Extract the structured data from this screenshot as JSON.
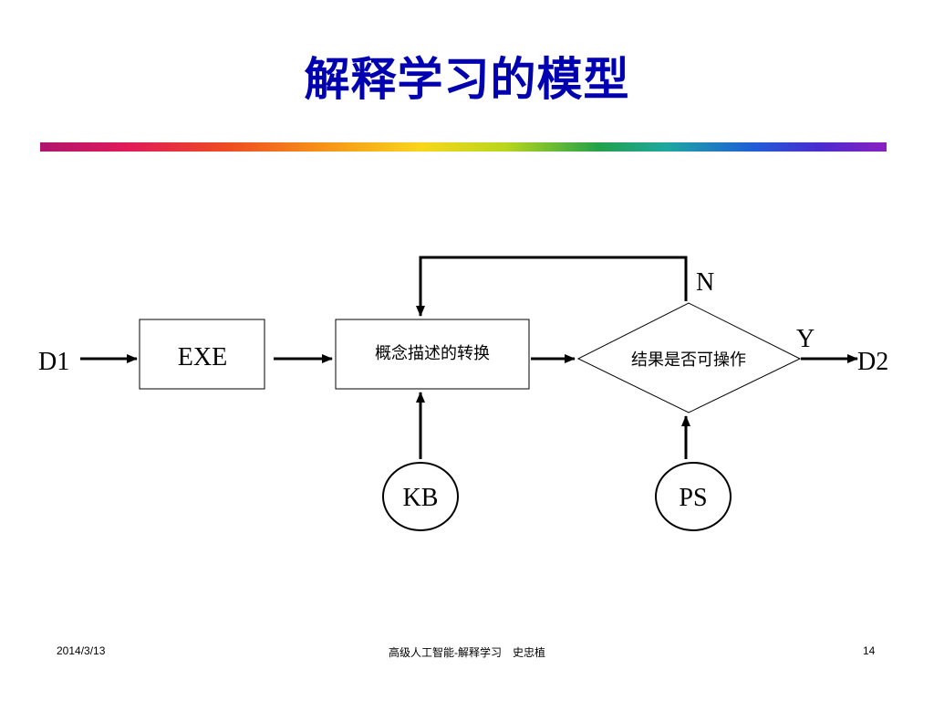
{
  "slide": {
    "title": "解释学习的模型"
  },
  "diagram": {
    "input_label": "D1",
    "output_label": "D2",
    "exe_box": "EXE",
    "transform_box": "概念描述的转换",
    "decision": "结果是否可操作",
    "no_label": "N",
    "yes_label": "Y",
    "kb_circle": "KB",
    "ps_circle": "PS"
  },
  "footer": {
    "date": "2014/3/13",
    "center": "高级人工智能-解释学习　史忠植",
    "page_number": "14"
  }
}
